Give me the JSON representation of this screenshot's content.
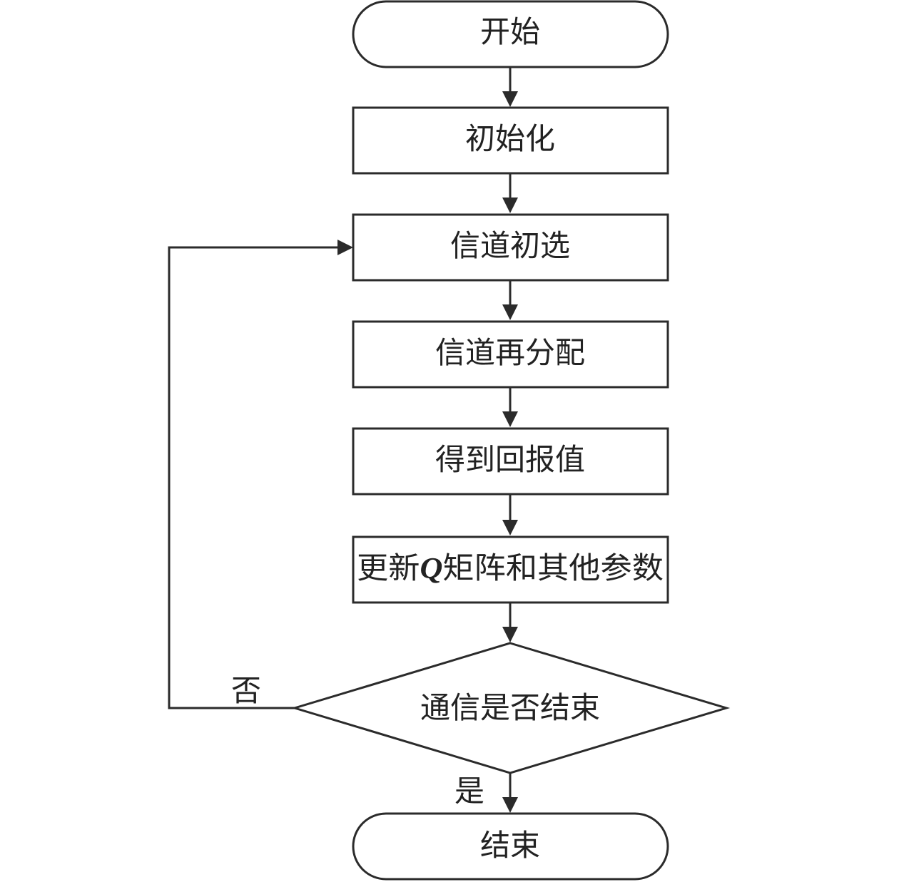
{
  "flowchart": {
    "nodes": {
      "start": "开始",
      "init": "初始化",
      "channel_preselect": "信道初选",
      "channel_realloc": "信道再分配",
      "reward": "得到回报值",
      "update_prefix": "更新",
      "update_symbol": "Q",
      "update_suffix": "矩阵和其他参数",
      "decision": "通信是否结束",
      "end": "结束"
    },
    "edges": {
      "no_label": "否",
      "yes_label": "是"
    }
  }
}
